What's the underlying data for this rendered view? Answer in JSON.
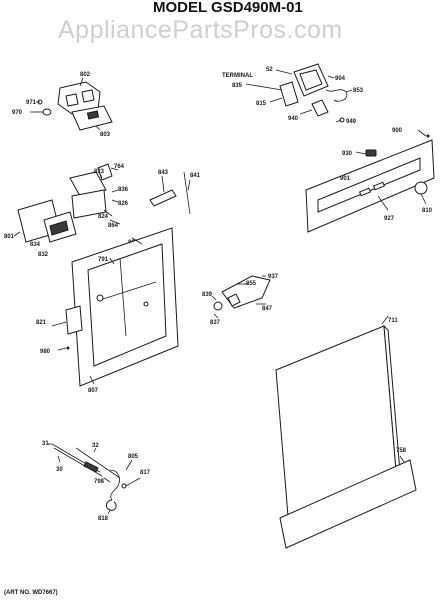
{
  "header": {
    "title": "MODEL GSD490M-01",
    "watermark": "AppliancePartsPros.com"
  },
  "footer": {
    "art_no": "(ART NO. WD7667)"
  },
  "callouts": {
    "p802": "802",
    "p971": "971",
    "p970": "970",
    "p803": "803",
    "p52": "52",
    "terminal": "TERMINAL",
    "p835": "835",
    "p904": "904",
    "p815": "815",
    "p853": "853",
    "p940": "940",
    "p949": "949",
    "p900": "900",
    "p930": "930",
    "p901": "901",
    "p927": "927",
    "p810": "810",
    "p823": "823",
    "p764": "764",
    "p843": "843",
    "p841": "841",
    "p836": "836",
    "p826": "826",
    "p824": "824",
    "p864": "864",
    "p806": "806",
    "p801": "801",
    "p834": "834",
    "p832": "832",
    "p791": "791",
    "p821": "821",
    "p980": "980",
    "p807": "807",
    "p855": "855",
    "p937": "937",
    "p839": "839",
    "p847": "847",
    "p837": "837",
    "p711": "711",
    "p758": "758",
    "p31": "31",
    "p30": "30",
    "p32": "32",
    "p805": "805",
    "p798": "798",
    "p817": "817",
    "p818": "818"
  }
}
